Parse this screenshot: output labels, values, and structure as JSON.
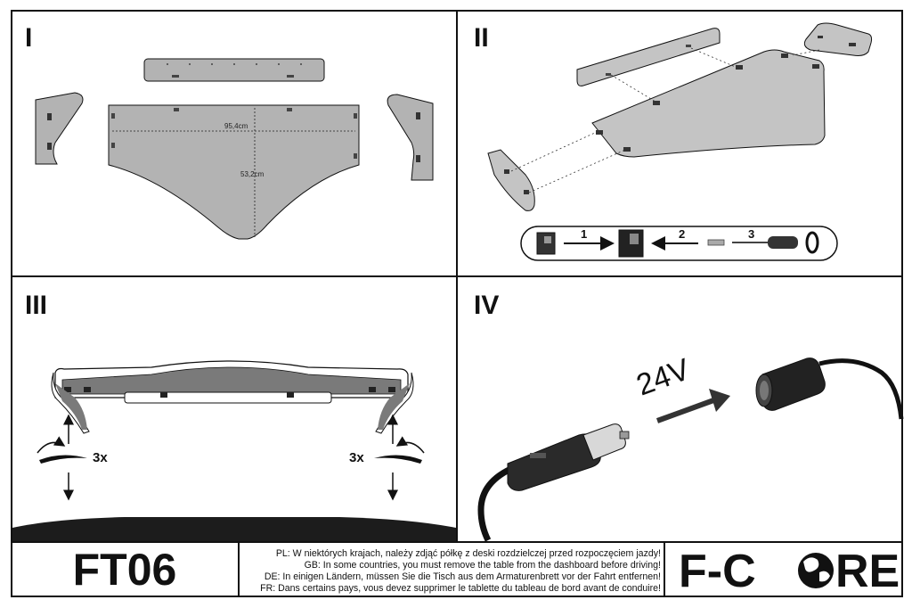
{
  "panels": {
    "p1": {
      "label": "I",
      "width_dim": "95,4cm",
      "height_dim": "53,2cm"
    },
    "p2": {
      "label": "II",
      "steps": [
        "1",
        "2",
        "3"
      ]
    },
    "p3": {
      "label": "III",
      "left_count": "3x",
      "right_count": "3x"
    },
    "p4": {
      "label": "IV",
      "voltage": "24V"
    }
  },
  "footer": {
    "model": "FT06",
    "notices": [
      "PL: W niektórych krajach, należy zdjąć półkę z deski rozdzielczej przed rozpoczęciem jazdy!",
      "GB: In some countries, you must remove the table from the dashboard before driving!",
      "DE: In einigen Ländern, müssen Sie die Tisch aus dem Armaturenbrett vor der Fahrt entfernen!",
      "FR: Dans certains pays, vous devez supprimer le tablette du tableau de bord avant de conduire!"
    ],
    "brand_left": "F-C",
    "brand_right": "RE"
  },
  "colors": {
    "panel_fill": "#b3b3b3",
    "outline": "#111111",
    "dark": "#222222"
  }
}
